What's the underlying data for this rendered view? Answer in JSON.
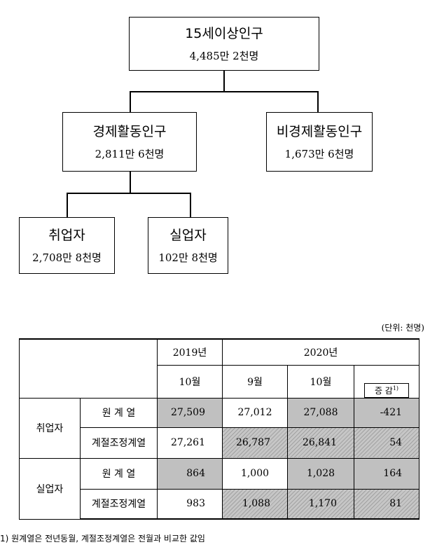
{
  "tree": {
    "root": {
      "title": "15세이상인구",
      "value": "4,485만 2천명"
    },
    "econ_active": {
      "title": "경제활동인구",
      "value": "2,811만 6천명"
    },
    "non_active": {
      "title": "비경제활동인구",
      "value": "1,673만 6천명"
    },
    "employed": {
      "title": "취업자",
      "value": "2,708만 8천명"
    },
    "unemployed": {
      "title": "실업자",
      "value": "102만 8천명"
    }
  },
  "unit_label": "(단위: 천명)",
  "table": {
    "year_2019": "2019년",
    "year_2020": "2020년",
    "m_oct_2019": "10월",
    "m_sep_2020": "9월",
    "m_oct_2020": "10월",
    "change": "증 감",
    "change_note": "1)",
    "groups": [
      {
        "label": "취업자",
        "rows": [
          {
            "label": "원 계 열",
            "values": [
              "27,509",
              "27,012",
              "27,088",
              "-421"
            ]
          },
          {
            "label": "계절조정계열",
            "values": [
              "27,261",
              "26,787",
              "26,841",
              "54"
            ]
          }
        ]
      },
      {
        "label": "실업자",
        "rows": [
          {
            "label": "원 계 열",
            "values": [
              "864",
              "1,000",
              "1,028",
              "164"
            ]
          },
          {
            "label": "계절조정계열",
            "values": [
              "983",
              "1,088",
              "1,170",
              "81"
            ]
          }
        ]
      }
    ]
  },
  "footnote": "1) 원계열은 전년동월, 계절조정계열은 전월과 비교한 값임"
}
